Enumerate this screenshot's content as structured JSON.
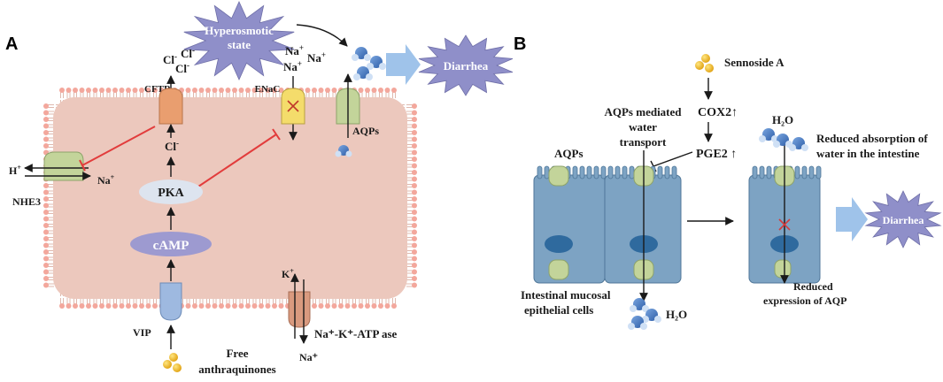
{
  "panel_a": {
    "letter": "A",
    "hyperosmotic": [
      "Hyperosmotic",
      "state"
    ],
    "diarrhea": "Diarrhea",
    "cl_top": "Cl",
    "cl_sup": "-",
    "cftr": "CFTR",
    "na": "Na",
    "na_sup": "+",
    "enac": "ENaC",
    "aqps": "AQPs",
    "h": "H",
    "h_sup": "+",
    "nhe3": "NHE3",
    "cl_mid": "Cl",
    "pka": "PKA",
    "camp": "cAMP",
    "vip": "VIP",
    "free_anthra": [
      "Free",
      "anthraquinones"
    ],
    "k": "K",
    "k_sup": "+",
    "atpase": "Na⁺-K⁺-ATP ase",
    "na_bottom": "Na⁺"
  },
  "panel_b": {
    "letter": "B",
    "sennoside": "Sennoside A",
    "cox2": "COX2↑",
    "pge2": "PGE2 ↑",
    "aqps_mediated": [
      "AQPs mediated",
      "water",
      "transport"
    ],
    "aqps": "AQPs",
    "h2o_top": "H₂O",
    "reduced_abs": [
      "Reduced absorption of",
      "water in the intestine"
    ],
    "diarrhea": "Diarrhea",
    "cells": [
      "Intestinal mucosal",
      "epithelial cells"
    ],
    "h2o_bottom": "H₂O",
    "reduced_expr": [
      "Reduced",
      "expression of AQP"
    ]
  },
  "colors": {
    "cell_fill": "#ecc8bd",
    "membrane_head": "#f3a79c",
    "burst": "#8f8fc9",
    "arrow_blue": "#9fc3ea",
    "inhibit": "#e23c3c",
    "epithelium": "#7da3c3",
    "aqp_green": "#c3d49a",
    "cftr": "#e99e6f",
    "enac": "#f4dc6b",
    "pka": "#dde4ef",
    "camp": "#9d9ad0",
    "vip": "#9eb9e0"
  }
}
